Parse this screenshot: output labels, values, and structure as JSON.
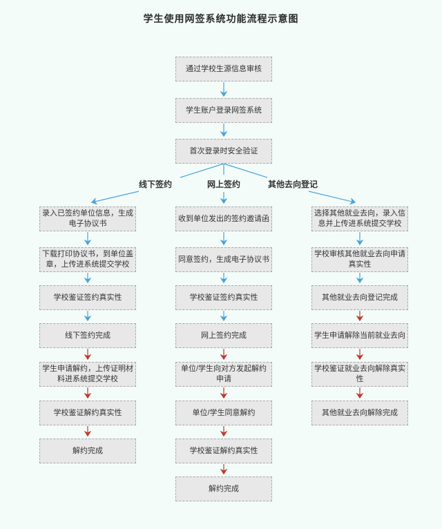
{
  "title": "学生使用网签系统功能流程示意图",
  "colors": {
    "page_bg": "#f3fcf9",
    "box_fill": "#e8e8e8",
    "box_border": "#a8a8a8",
    "text_color": "#333333",
    "flow_blue": "#4ba3d9",
    "flow_red": "#c0392b"
  },
  "top_steps": [
    "通过学校生源信息审核",
    "学生账户登录网签系统",
    "首次登录时安全验证"
  ],
  "branches": [
    {
      "label": "线下签约",
      "steps": [
        "录入已签约单位信息，生成电子协议书",
        "下载打印协议书，到单位盖章，上传进系统提交学校",
        "学校鉴证签约真实性",
        "线下签约完成",
        "学生申请解约，上传证明材料进系统提交学校",
        "学校鉴证解约真实性",
        "解约完成"
      ]
    },
    {
      "label": "网上签约",
      "steps": [
        "收到单位发出的签约邀请函",
        "同意签约，生成电子协议书",
        "学校鉴证签约真实性",
        "网上签约完成",
        "单位/学生向对方发起解约申请",
        "单位/学生同意解约",
        "学校鉴证解约真实性",
        "解约完成"
      ]
    },
    {
      "label": "其他去向登记",
      "steps": [
        "选择其他就业去向，录入信息并上传进系统提交学校",
        "学校审核其他就业去向申请真实性",
        "其他就业去向登记完成",
        "学生申请解除当前就业去向",
        "学校鉴证就业去向解除真实性",
        "其他就业去向解除完成"
      ]
    }
  ]
}
